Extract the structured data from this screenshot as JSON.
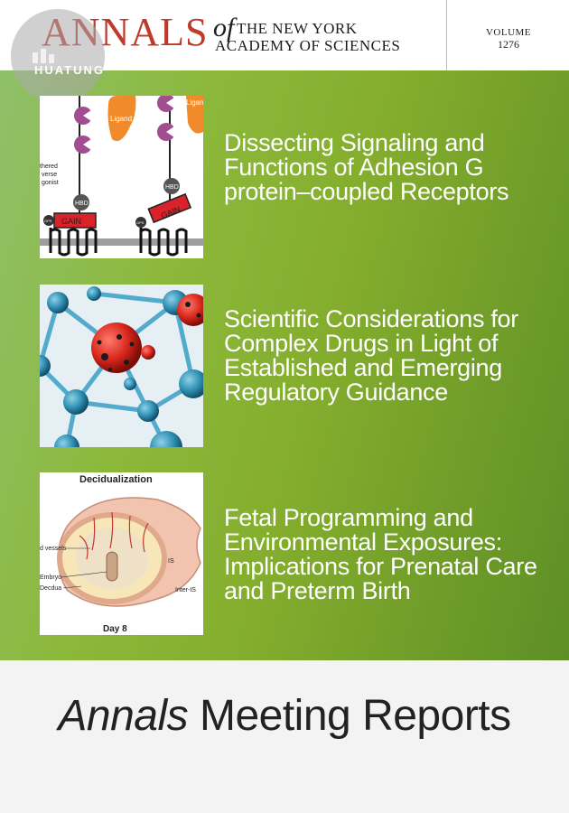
{
  "header": {
    "annals": "ANNALS",
    "of": "of",
    "line1": "THE NEW YORK",
    "line2": "ACADEMY OF SCIENCES",
    "volume_label": "VOLUME",
    "volume_number": "1276"
  },
  "watermark": {
    "text": "HUATUNG"
  },
  "articles": [
    {
      "title": "Dissecting Signaling and Functions of Adhesion G protein–coupled Receptors",
      "figure_labels": [
        "Ligand",
        "Ligand",
        "thered",
        "verse",
        "gonist",
        "HBD",
        "HBD",
        "GAIN",
        "GAIN",
        "GPS",
        "GPS"
      ]
    },
    {
      "title": "Scientific Considerations for Complex Drugs in Light of Established and Emerging Regulatory Guidance"
    },
    {
      "title": "Fetal Programming and Environmental Exposures: Implications for Prenatal Care and Preterm Birth",
      "figure_labels": [
        "Decidualization",
        "d vessels",
        "IS",
        "Embryo",
        "Decdua",
        "Inter-IS",
        "Day 8"
      ]
    }
  ],
  "footer": {
    "series_italic": "Annals",
    "series_rest": " Meeting Reports"
  },
  "colors": {
    "brand_red": "#c0392b",
    "band_green": "#84ad2d",
    "footer_bg": "#f3f3f3"
  }
}
